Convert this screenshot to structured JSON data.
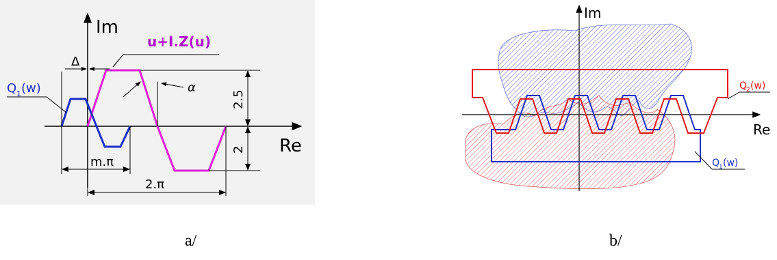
{
  "panel_a": {
    "axis_im": "Im",
    "axis_re": "Re",
    "curve_label": "u+I.Z(u)",
    "q1_label_main": "Q",
    "q1_label_sub": "1",
    "q1_label_tail": "(w)",
    "delta": "Δ",
    "alpha": "α",
    "dim_upper": "2.5",
    "dim_lower": "2",
    "dim_m_pi": "m.π",
    "dim_2pi": "2.π",
    "colors": {
      "q1": "#1f2ec8",
      "curve": "#e020d8",
      "label": "#b010d0"
    }
  },
  "panel_b": {
    "axis_im": "Im",
    "axis_re": "Re",
    "q2_label_main": "Q",
    "q2_label_sub": "2",
    "q2_label_tail": "(w)",
    "q1_label_main": "Q",
    "q1_label_sub": "1",
    "q1_label_tail": "(w)",
    "colors": {
      "q2": "#e01818",
      "q1": "#1f2ec8"
    }
  },
  "captions": {
    "a": "a/",
    "b": "b/"
  }
}
